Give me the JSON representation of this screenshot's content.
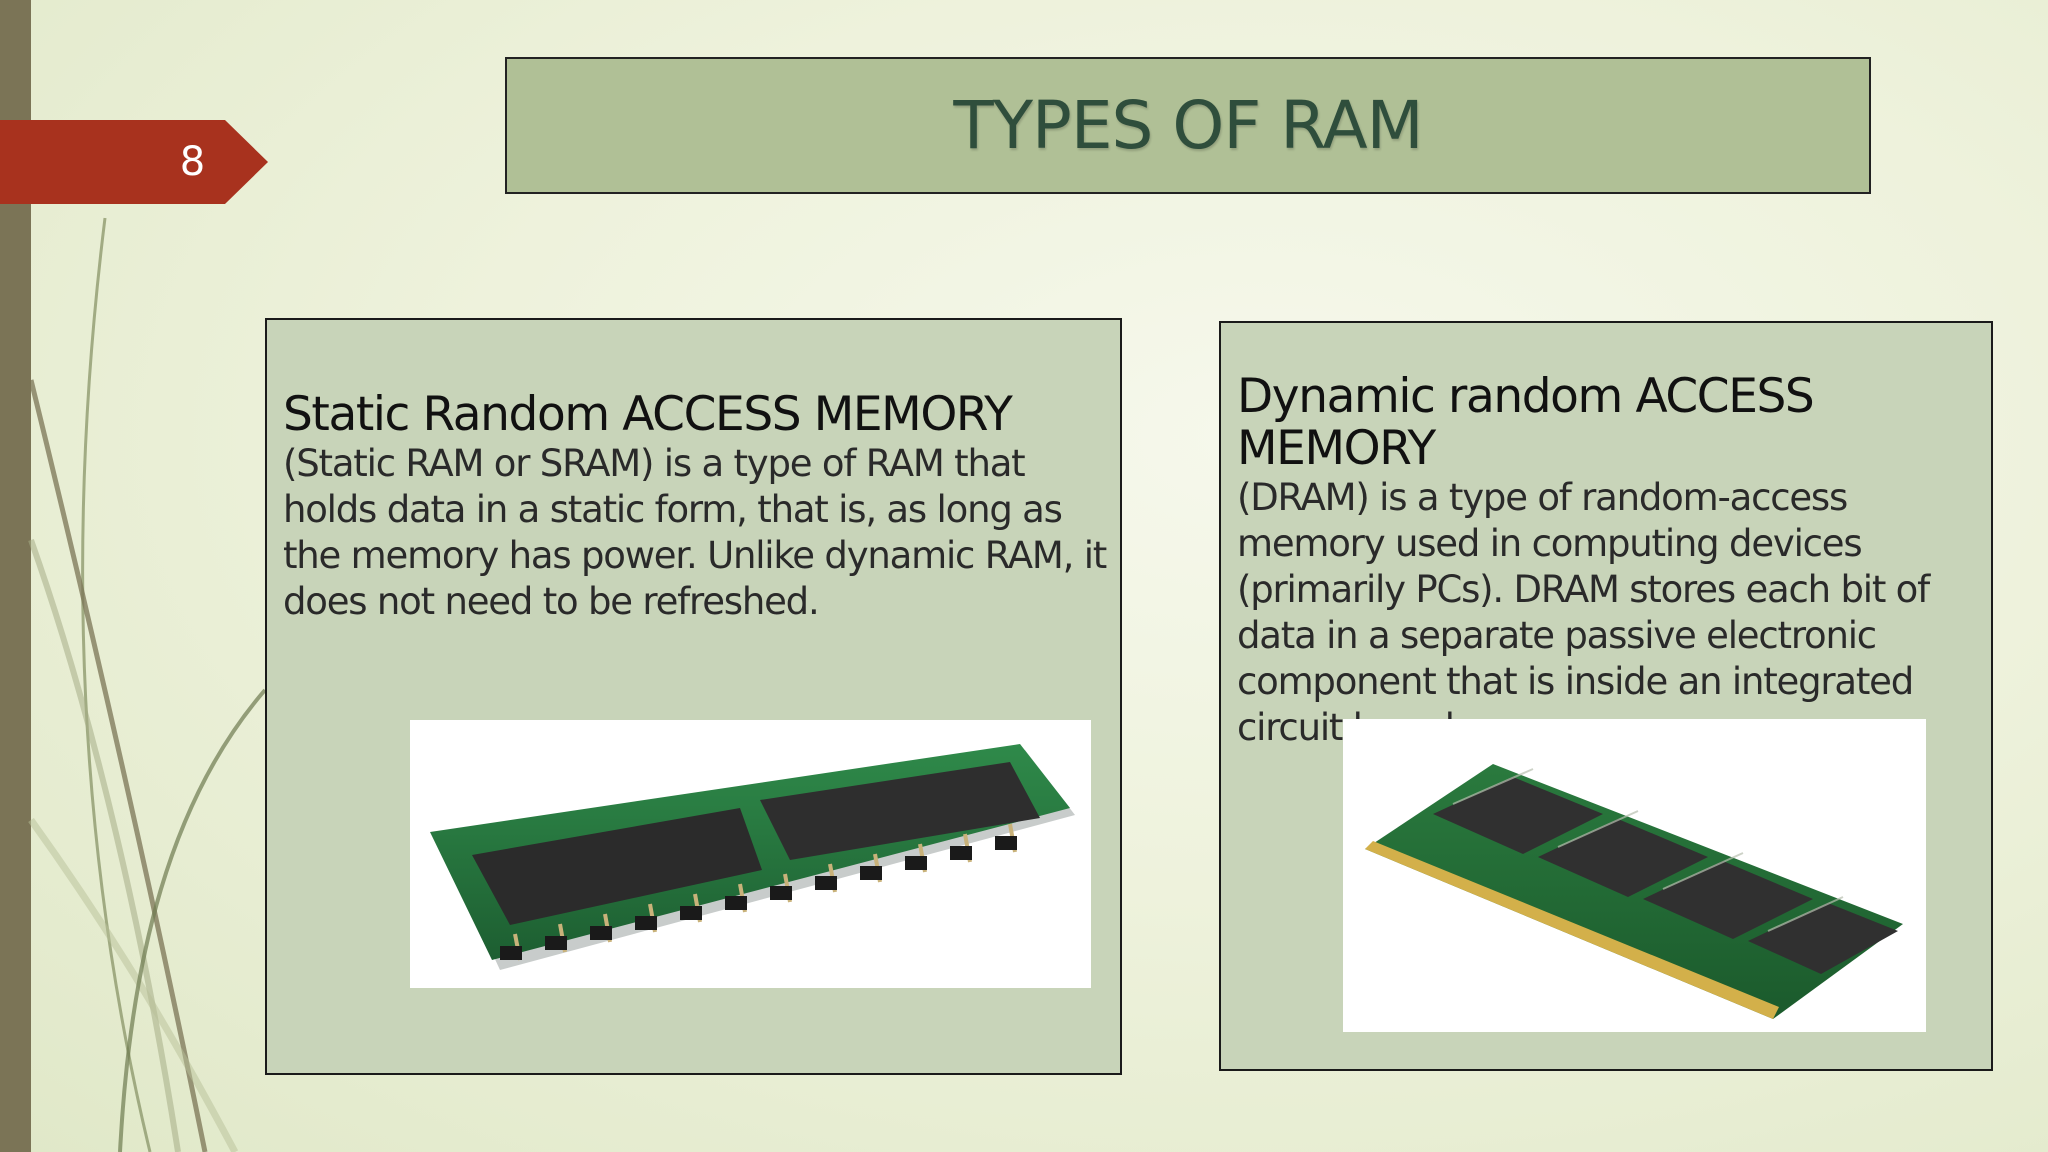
{
  "slide": {
    "number": "8",
    "title": "TYPES OF RAM"
  },
  "cards": {
    "sram": {
      "heading": "Static Random ACCESS MEMORY",
      "body": " (Static RAM or SRAM) is a type of RAM that holds data in a static form, that is, as long as the memory has power. Unlike dynamic RAM, it does not need to be refreshed."
    },
    "dram": {
      "heading": "Dynamic random ACCESS MEMORY",
      "body": "(DRAM) is a type of random-access memory used in computing devices (primarily PCs). DRAM stores each bit of data in a separate passive electronic component that is inside an integrated circuit board"
    }
  },
  "colors": {
    "accent_tab": "#a8321e",
    "title_fill": "#b0c096",
    "title_text": "#2f4e3c",
    "card_fill": "#c8d4b9",
    "left_bar": "#7b7456"
  }
}
